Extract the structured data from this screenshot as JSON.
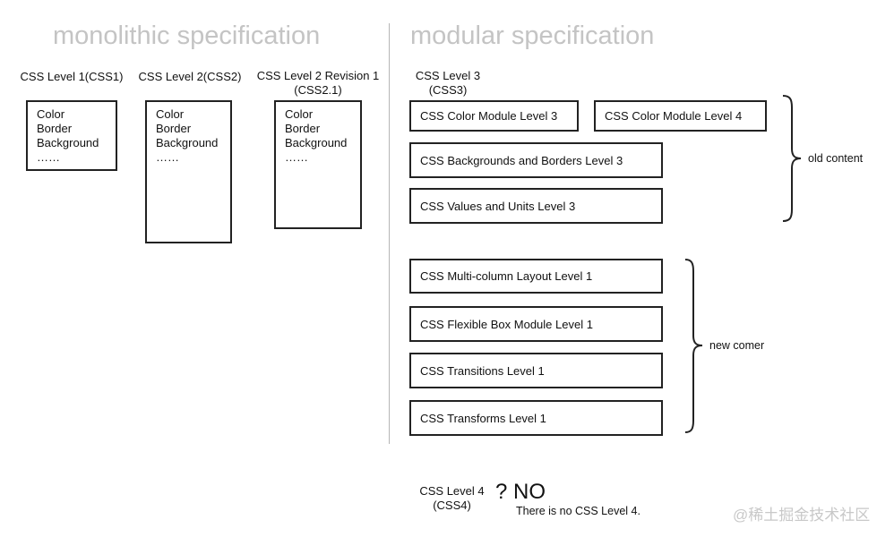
{
  "headings": {
    "monolithic": "monolithic specification",
    "modular": "modular specification"
  },
  "levels": [
    {
      "title_lines": [
        "CSS Level 1(CSS1)"
      ],
      "items": [
        "Color",
        "Border",
        "Background",
        "……"
      ]
    },
    {
      "title_lines": [
        "CSS Level 2(CSS2)"
      ],
      "items": [
        "Color",
        "Border",
        "Background",
        "……"
      ]
    },
    {
      "title_lines": [
        "CSS Level 2 Revision 1",
        "(CSS2.1)"
      ],
      "items": [
        "Color",
        "Border",
        "Background",
        "……"
      ]
    }
  ],
  "level3": {
    "title_lines": [
      "CSS Level 3",
      "(CSS3)"
    ]
  },
  "modules": {
    "color_l3": "CSS Color Module Level 3",
    "color_l4": "CSS Color Module Level 4",
    "backgrounds_borders": "CSS Backgrounds and Borders Level 3",
    "values_units": "CSS Values and Units Level 3",
    "multicolumn": "CSS Multi-column Layout Level 1",
    "flexbox": "CSS Flexible Box Module Level 1",
    "transitions": "CSS Transitions Level 1",
    "transforms": "CSS Transforms Level 1"
  },
  "groups": {
    "old": "old content",
    "new": "new comer"
  },
  "level4": {
    "title_lines": [
      "CSS Level 4",
      "(CSS4)"
    ],
    "question": "?",
    "answer": "NO",
    "note": "There is no CSS Level 4."
  },
  "watermark": "@稀土掘金技术社区",
  "colors": {
    "heading": "#c4c4c4",
    "border": "#222222",
    "divider": "#b5b5b5"
  }
}
